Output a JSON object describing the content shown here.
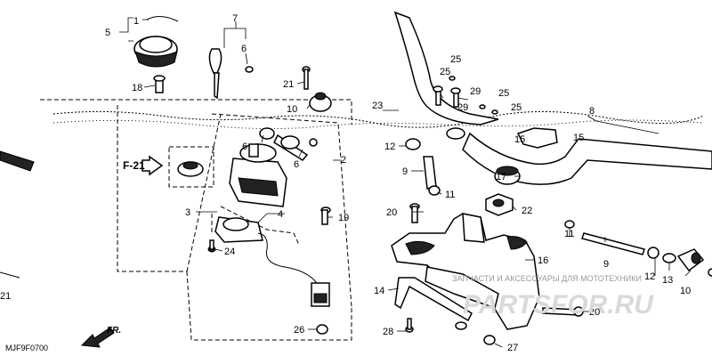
{
  "diagram_code": "MJF9F0700",
  "reference_label": "F-21",
  "direction_label": "FR.",
  "watermark": {
    "text": "ЗАПЧАСТИ И АКСЕССУАРЫ ДЛЯ МОТОТЕХНИКИ",
    "logo": "PARTSFOR.RU"
  },
  "callouts": [
    {
      "id": "c1",
      "label": "1"
    },
    {
      "id": "c2",
      "label": "2"
    },
    {
      "id": "c3",
      "label": "3"
    },
    {
      "id": "c4",
      "label": "4"
    },
    {
      "id": "c5",
      "label": "5"
    },
    {
      "id": "c6a",
      "label": "6"
    },
    {
      "id": "c6b",
      "label": "6"
    },
    {
      "id": "c6c",
      "label": "6"
    },
    {
      "id": "c7",
      "label": "7"
    },
    {
      "id": "c8",
      "label": "8"
    },
    {
      "id": "c9a",
      "label": "9"
    },
    {
      "id": "c9b",
      "label": "9"
    },
    {
      "id": "c10a",
      "label": "10"
    },
    {
      "id": "c10b",
      "label": "10"
    },
    {
      "id": "c11a",
      "label": "11"
    },
    {
      "id": "c11b",
      "label": "11"
    },
    {
      "id": "c12a",
      "label": "12"
    },
    {
      "id": "c12b",
      "label": "12"
    },
    {
      "id": "c13",
      "label": "13"
    },
    {
      "id": "c14",
      "label": "14"
    },
    {
      "id": "c15a",
      "label": "15"
    },
    {
      "id": "c15b",
      "label": "15"
    },
    {
      "id": "c16",
      "label": "16"
    },
    {
      "id": "c17",
      "label": "17"
    },
    {
      "id": "c18",
      "label": "18"
    },
    {
      "id": "c19",
      "label": "19"
    },
    {
      "id": "c20a",
      "label": "20"
    },
    {
      "id": "c20b",
      "label": "20"
    },
    {
      "id": "c21a",
      "label": "21"
    },
    {
      "id": "c21b",
      "label": "21"
    },
    {
      "id": "c22",
      "label": "22"
    },
    {
      "id": "c23",
      "label": "23"
    },
    {
      "id": "c24",
      "label": "24"
    },
    {
      "id": "c25a",
      "label": "25"
    },
    {
      "id": "c25b",
      "label": "25"
    },
    {
      "id": "c25c",
      "label": "25"
    },
    {
      "id": "c25d",
      "label": "25"
    },
    {
      "id": "c26",
      "label": "26"
    },
    {
      "id": "c27",
      "label": "27"
    },
    {
      "id": "c28",
      "label": "28"
    },
    {
      "id": "c29a",
      "label": "29"
    },
    {
      "id": "c29b",
      "label": "29"
    }
  ]
}
